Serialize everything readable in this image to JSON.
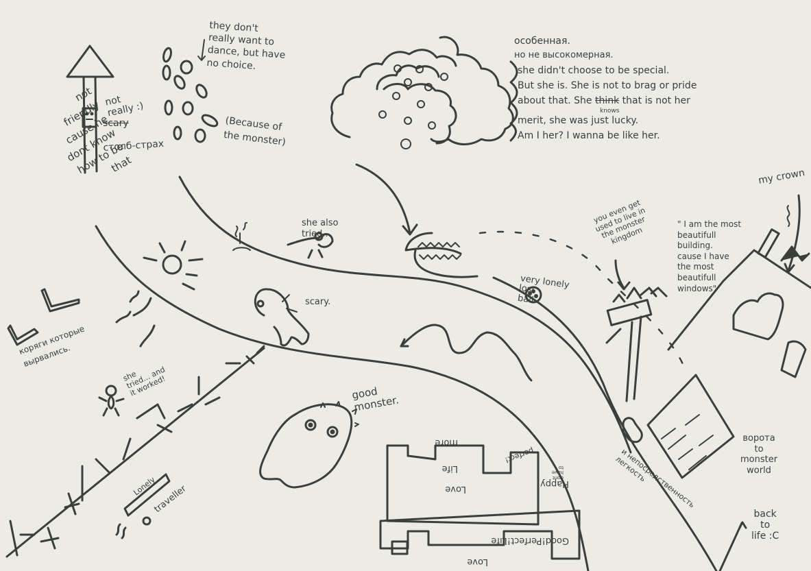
{
  "ink_color": "#3a3f3c",
  "paper_color": "#ecebe6",
  "annotations": {
    "sign_post": {
      "not_really": "not\nreally :)",
      "scary_struck": "scary",
      "label": "столб-страх",
      "not_friendly": "not\nfriendly\ncause he\ndont know\nhow to be\nthat"
    },
    "dancers": {
      "note": "they don't\nreally want to\ndance, but have\nno choice.",
      "because": "(Because of\nthe monster)"
    },
    "special_girl": {
      "line1": "особенная.",
      "line2": "но не высокомерная.",
      "line3": "she didn't choose to be special.",
      "line4": "But she is. She is not to brag or pride",
      "line5a": "about that. She ",
      "line5_struck": "think",
      "line5b": " that is not her",
      "line6_knows": "knows",
      "line6": "merit, she was just lucky.",
      "line7": "Am I her? I wanna be like her."
    },
    "she_also_tried": "she also\ntried...",
    "scary": "scary.",
    "very_lonely_lost_ball": "very lonely\nlost\nball",
    "monster_kingdom": "you even get\nused to live in\nthe monster\nkingdom",
    "my_crown": "my crown",
    "beautiful_building": "\" I am the most\nbeautifull\nbuilding.\ncause I have\nthe most\nbeautifull\nwindows\"",
    "roots": "коряги которые\nвырвались.",
    "she_tried_worked": "she\ntried... and\nit worked!",
    "lonely_traveller": {
      "lonely": "Lonely",
      "traveller": "traveller"
    },
    "good_monster": "good\nmonster.",
    "mirrored_house": {
      "more": "more",
      "life": "Life",
      "love": "Love",
      "perfect": "perfect!",
      "dont_have_to": "dont\nhave\nto",
      "happy": "Happy!",
      "good_perfect_life": "Good!Perfect!Life",
      "love_bottom": "Love"
    },
    "lightness": "и непосредственность\nлегкость",
    "gate": "ворота\nto\nmonster\nworld",
    "back_to_life": "back\nto\nlife :C"
  }
}
